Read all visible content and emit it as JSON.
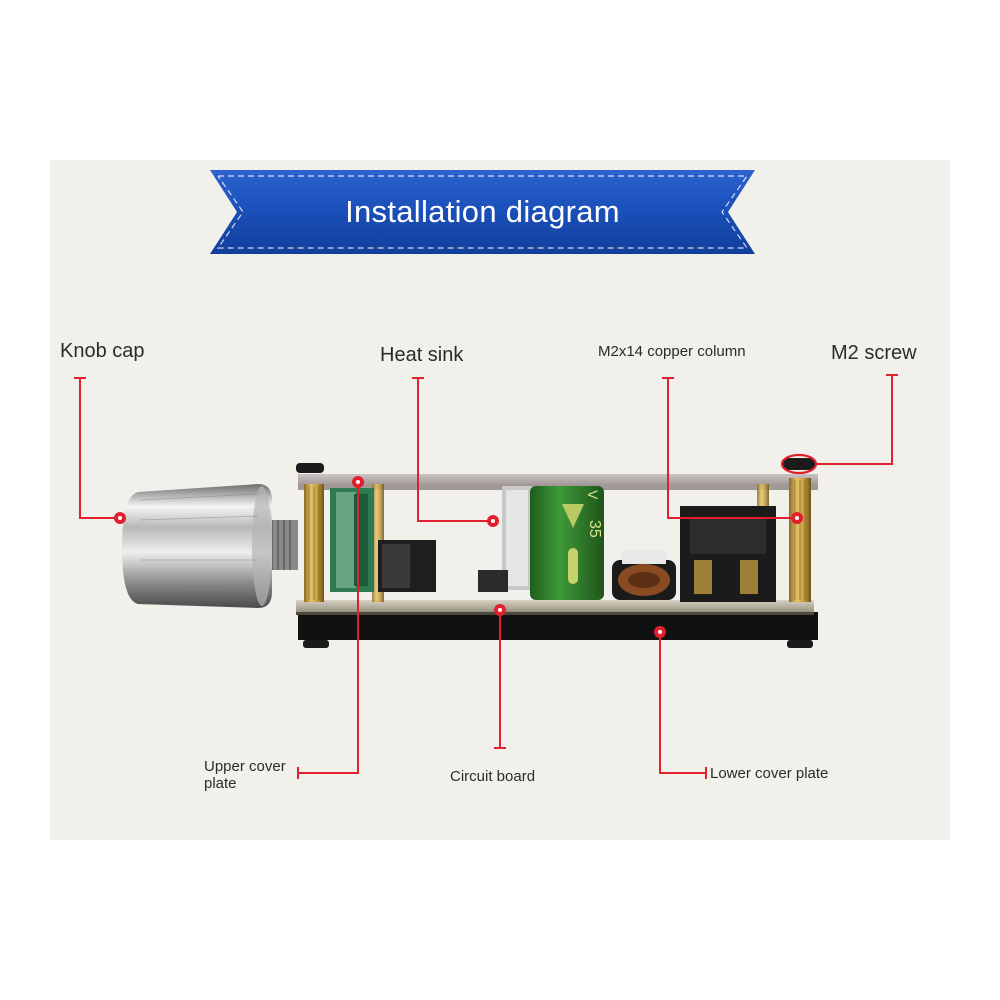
{
  "title": "Installation diagram",
  "labels": {
    "knob_cap": "Knob cap",
    "heat_sink": "Heat sink",
    "copper_column": "M2x14 copper column",
    "m2_screw": "M2 screw",
    "upper_cover_plate_line1": "Upper cover",
    "upper_cover_plate_line2": "plate",
    "circuit_board": "Circuit board",
    "lower_cover_plate": "Lower cover plate"
  },
  "capacitor": {
    "rating_text": "35",
    "polarity_mark": "V"
  },
  "colors": {
    "banner_blue": "#1a4fb8",
    "leader_red": "#e0202c",
    "panel_bg": "#f1f0ea",
    "capacitor_green": "#2f7d2a"
  }
}
